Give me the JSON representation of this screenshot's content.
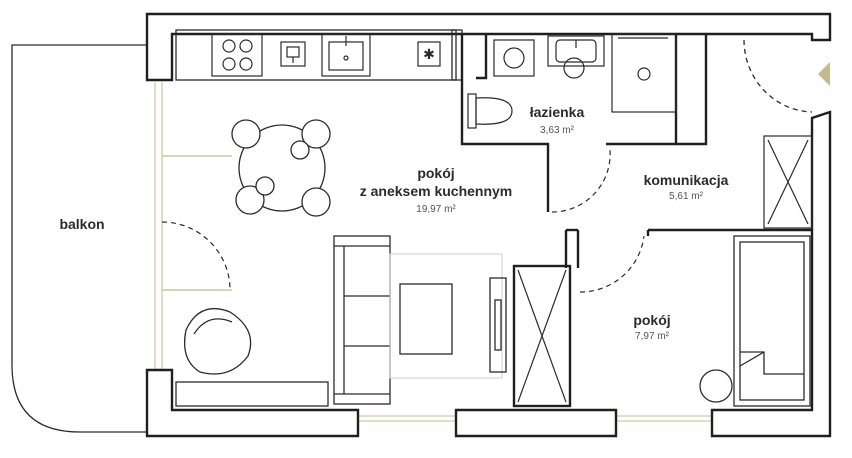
{
  "rooms": {
    "balcony": {
      "name": "balkon"
    },
    "main_room": {
      "name_line1": "pokój",
      "name_line2": "z aneksem kuchennym",
      "area": "19,97 m²"
    },
    "bathroom": {
      "name": "łazienka",
      "area": "3,63 m²"
    },
    "hallway": {
      "name": "komunikacja",
      "area": "5,61 m²"
    },
    "bedroom": {
      "name": "pokój",
      "area": "7,97 m²"
    }
  },
  "colors": {
    "wall": "#1f1f1f",
    "line": "#2b2b2b",
    "accent": "#c8b98a"
  },
  "icons": {
    "entrance": "entrance-arrow-icon",
    "fridge": "snowflake-icon",
    "stove": "stove-icon",
    "sink": "sink-icon",
    "oven": "oven-icon"
  }
}
